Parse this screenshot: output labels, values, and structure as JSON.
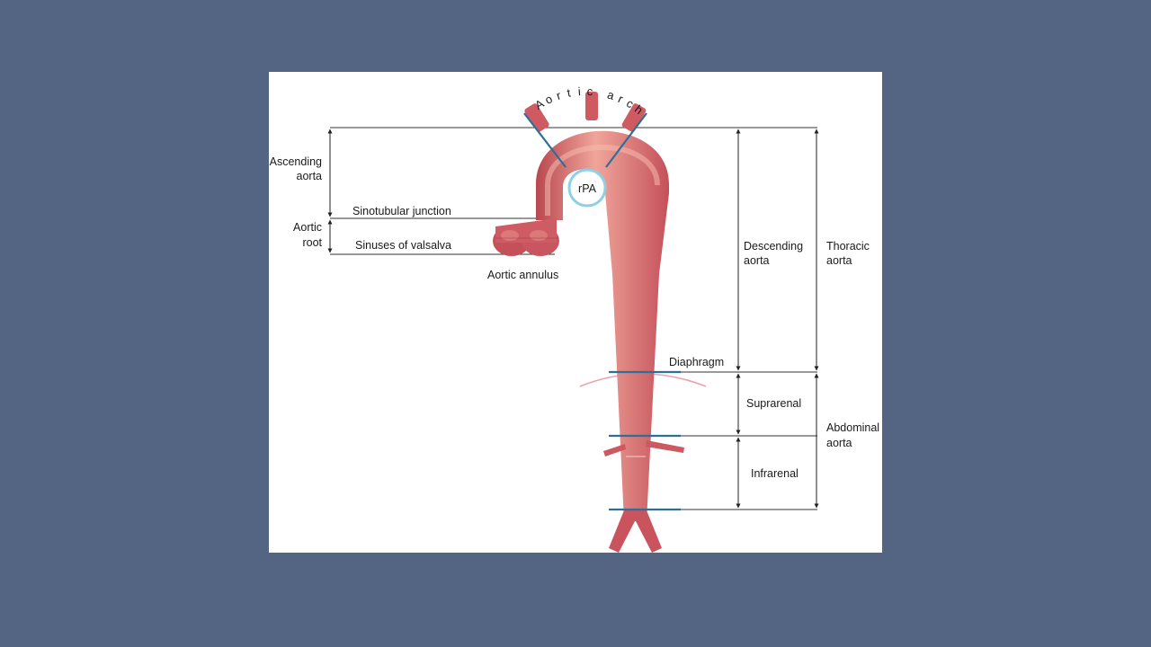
{
  "labels": {
    "aortic_arch": "Aortic arch",
    "ascending_aorta": [
      "Ascending",
      "aorta"
    ],
    "aortic_root": [
      "Aortic",
      "root"
    ],
    "sinotubular_junction": "Sinotubular junction",
    "sinuses_of_valsalva": "Sinuses of valsalva",
    "aortic_annulus": "Aortic annulus",
    "rpa": "rPA",
    "descending_aorta": [
      "Descending",
      "aorta"
    ],
    "thoracic_aorta": [
      "Thoracic",
      "aorta"
    ],
    "diaphragm": "Diaphragm",
    "suprarenal": "Suprarenal",
    "infrarenal": "Infrarenal",
    "abdominal_aorta": [
      "Abdominal",
      "aorta"
    ]
  },
  "colors": {
    "background": "#536582",
    "slide": "#ffffff",
    "aorta": "#d9646a",
    "aorta_highlight": "#f0a59a",
    "aorta_shadow": "#b8474f",
    "rpa_ring": "#8fd0e6",
    "marker_line": "#2e6f96",
    "diaphragm_arc": "#e9a3ad",
    "guide_line": "#333333"
  }
}
